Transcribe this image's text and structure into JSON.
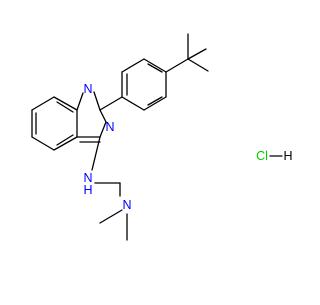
{
  "molecule": {
    "atom_labels": {
      "n1": "N",
      "n3": "N",
      "nh_n": "N",
      "nh_h": "H",
      "nme2": "N",
      "hcl_cl": "Cl",
      "hcl_h": "H"
    },
    "colors": {
      "bond": "#000000",
      "nitrogen": "#0000ff",
      "chlorine": "#00cc00",
      "background": "#ffffff"
    }
  }
}
